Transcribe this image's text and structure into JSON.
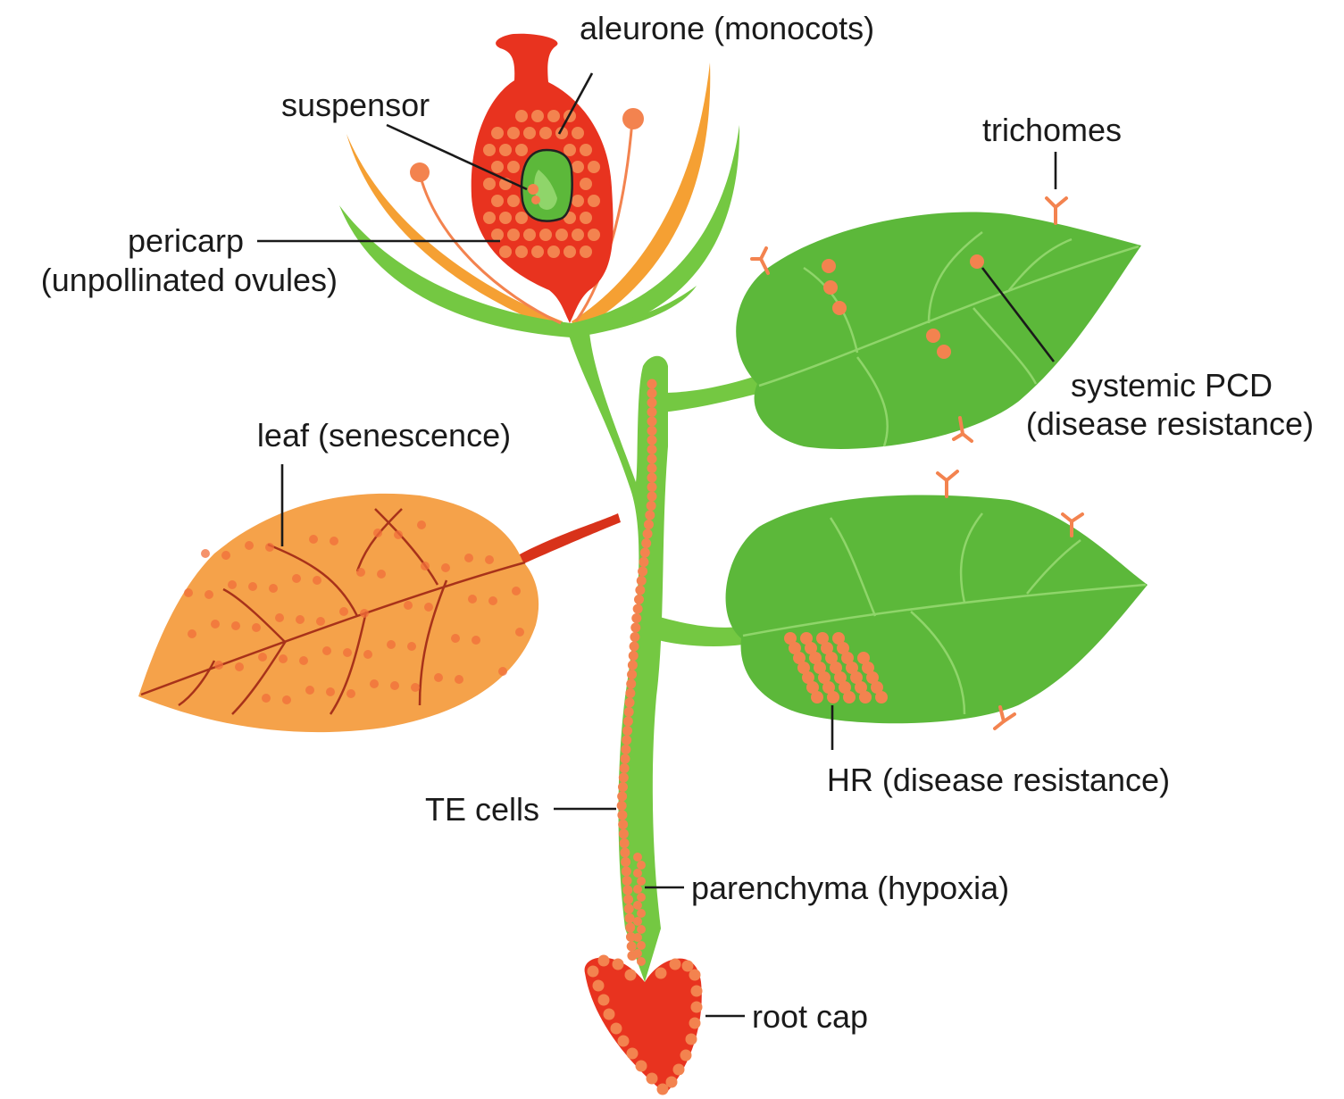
{
  "colors": {
    "stem_green": "#74c842",
    "leaf_green": "#5cb83a",
    "leaf_vein": "#8fd56a",
    "senescent_leaf": "#f5a24a",
    "senescent_vein": "#a8321a",
    "petal_orange": "#f5a033",
    "ovary_red": "#e8331f",
    "pcd_cell": "#f3834f",
    "leader_line": "#1a1a1a"
  },
  "labels": {
    "aleurone": "aleurone (monocots)",
    "suspensor": "suspensor",
    "pericarp_line1": "pericarp",
    "pericarp_line2": "(unpollinated ovules)",
    "trichomes": "trichomes",
    "systemic_line1": "systemic PCD",
    "systemic_line2": "(disease resistance)",
    "leaf_senescence": "leaf (senescence)",
    "hr": "HR (disease resistance)",
    "te_cells": "TE cells",
    "parenchyma": "parenchyma (hypoxia)",
    "root_cap": "root cap"
  }
}
